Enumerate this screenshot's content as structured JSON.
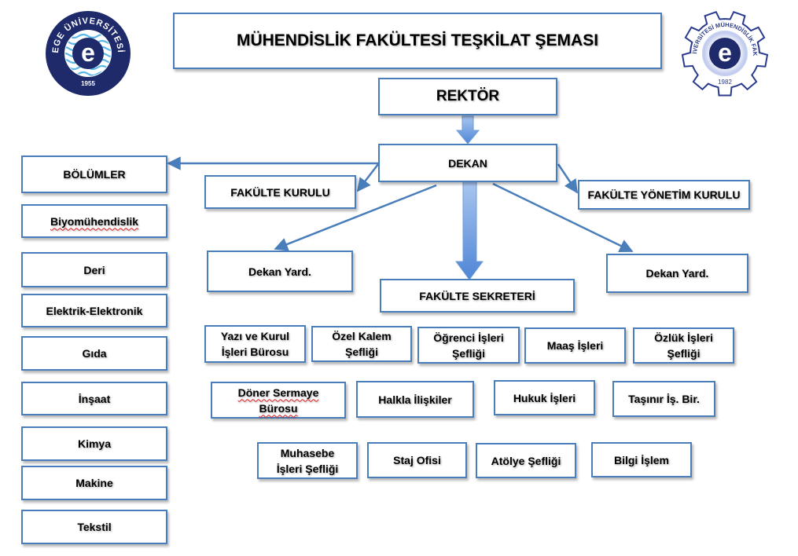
{
  "title": "MÜHENDİSLİK FAKÜLTESİ TEŞKİLAT ŞEMASI",
  "logos": {
    "left": {
      "text": "EGE ÜNİVERSİTESİ",
      "year": "1955"
    },
    "right": {
      "text": "EGE ÜNİVERSİTESİ MÜHENDİSLİK FAKÜLTESİ",
      "year": "1982"
    }
  },
  "colors": {
    "border": "#4a7ebb",
    "arrow": "#4a7ebb",
    "arrow_fill_light": "#a9c6f0",
    "arrow_fill_dark": "#4f86d6"
  },
  "nodes": {
    "rektor": "REKTÖR",
    "dekan": "DEKAN",
    "fakulte_kurulu": "FAKÜLTE KURULU",
    "fakulte_yonetim_kurulu": "FAKÜLTE YÖNETİM KURULU",
    "dekan_yard_left": "Dekan Yard.",
    "dekan_yard_right": "Dekan Yard.",
    "fakulte_sekreteri": "FAKÜLTE SEKRETERİ"
  },
  "departments": {
    "header": "BÖLÜMLER",
    "items": [
      "Biyomühendislik",
      "Deri",
      "Elektrik-Elektronik",
      "Gıda",
      "İnşaat",
      "Kimya",
      "Makine",
      "Tekstil"
    ]
  },
  "units": {
    "row1": [
      [
        "Yazı ve Kurul",
        "İşleri Bürosu"
      ],
      [
        "Özel Kalem",
        "Şefliği"
      ],
      [
        "Öğrenci İşleri",
        "Şefliği"
      ],
      [
        "Maaş İşleri"
      ],
      [
        "Özlük İşleri",
        "Şefliği"
      ]
    ],
    "row2": [
      [
        "Döner Sermaye",
        "Bürosu"
      ],
      [
        "Halkla İlişkiler"
      ],
      [
        "Hukuk İşleri"
      ],
      [
        "Taşınır İş. Bir."
      ]
    ],
    "row3": [
      [
        "Muhasebe",
        "İşleri Şefliği"
      ],
      [
        "Staj Ofisi"
      ],
      [
        "Atölye Şefliği"
      ],
      [
        "Bilgi İşlem"
      ]
    ]
  }
}
